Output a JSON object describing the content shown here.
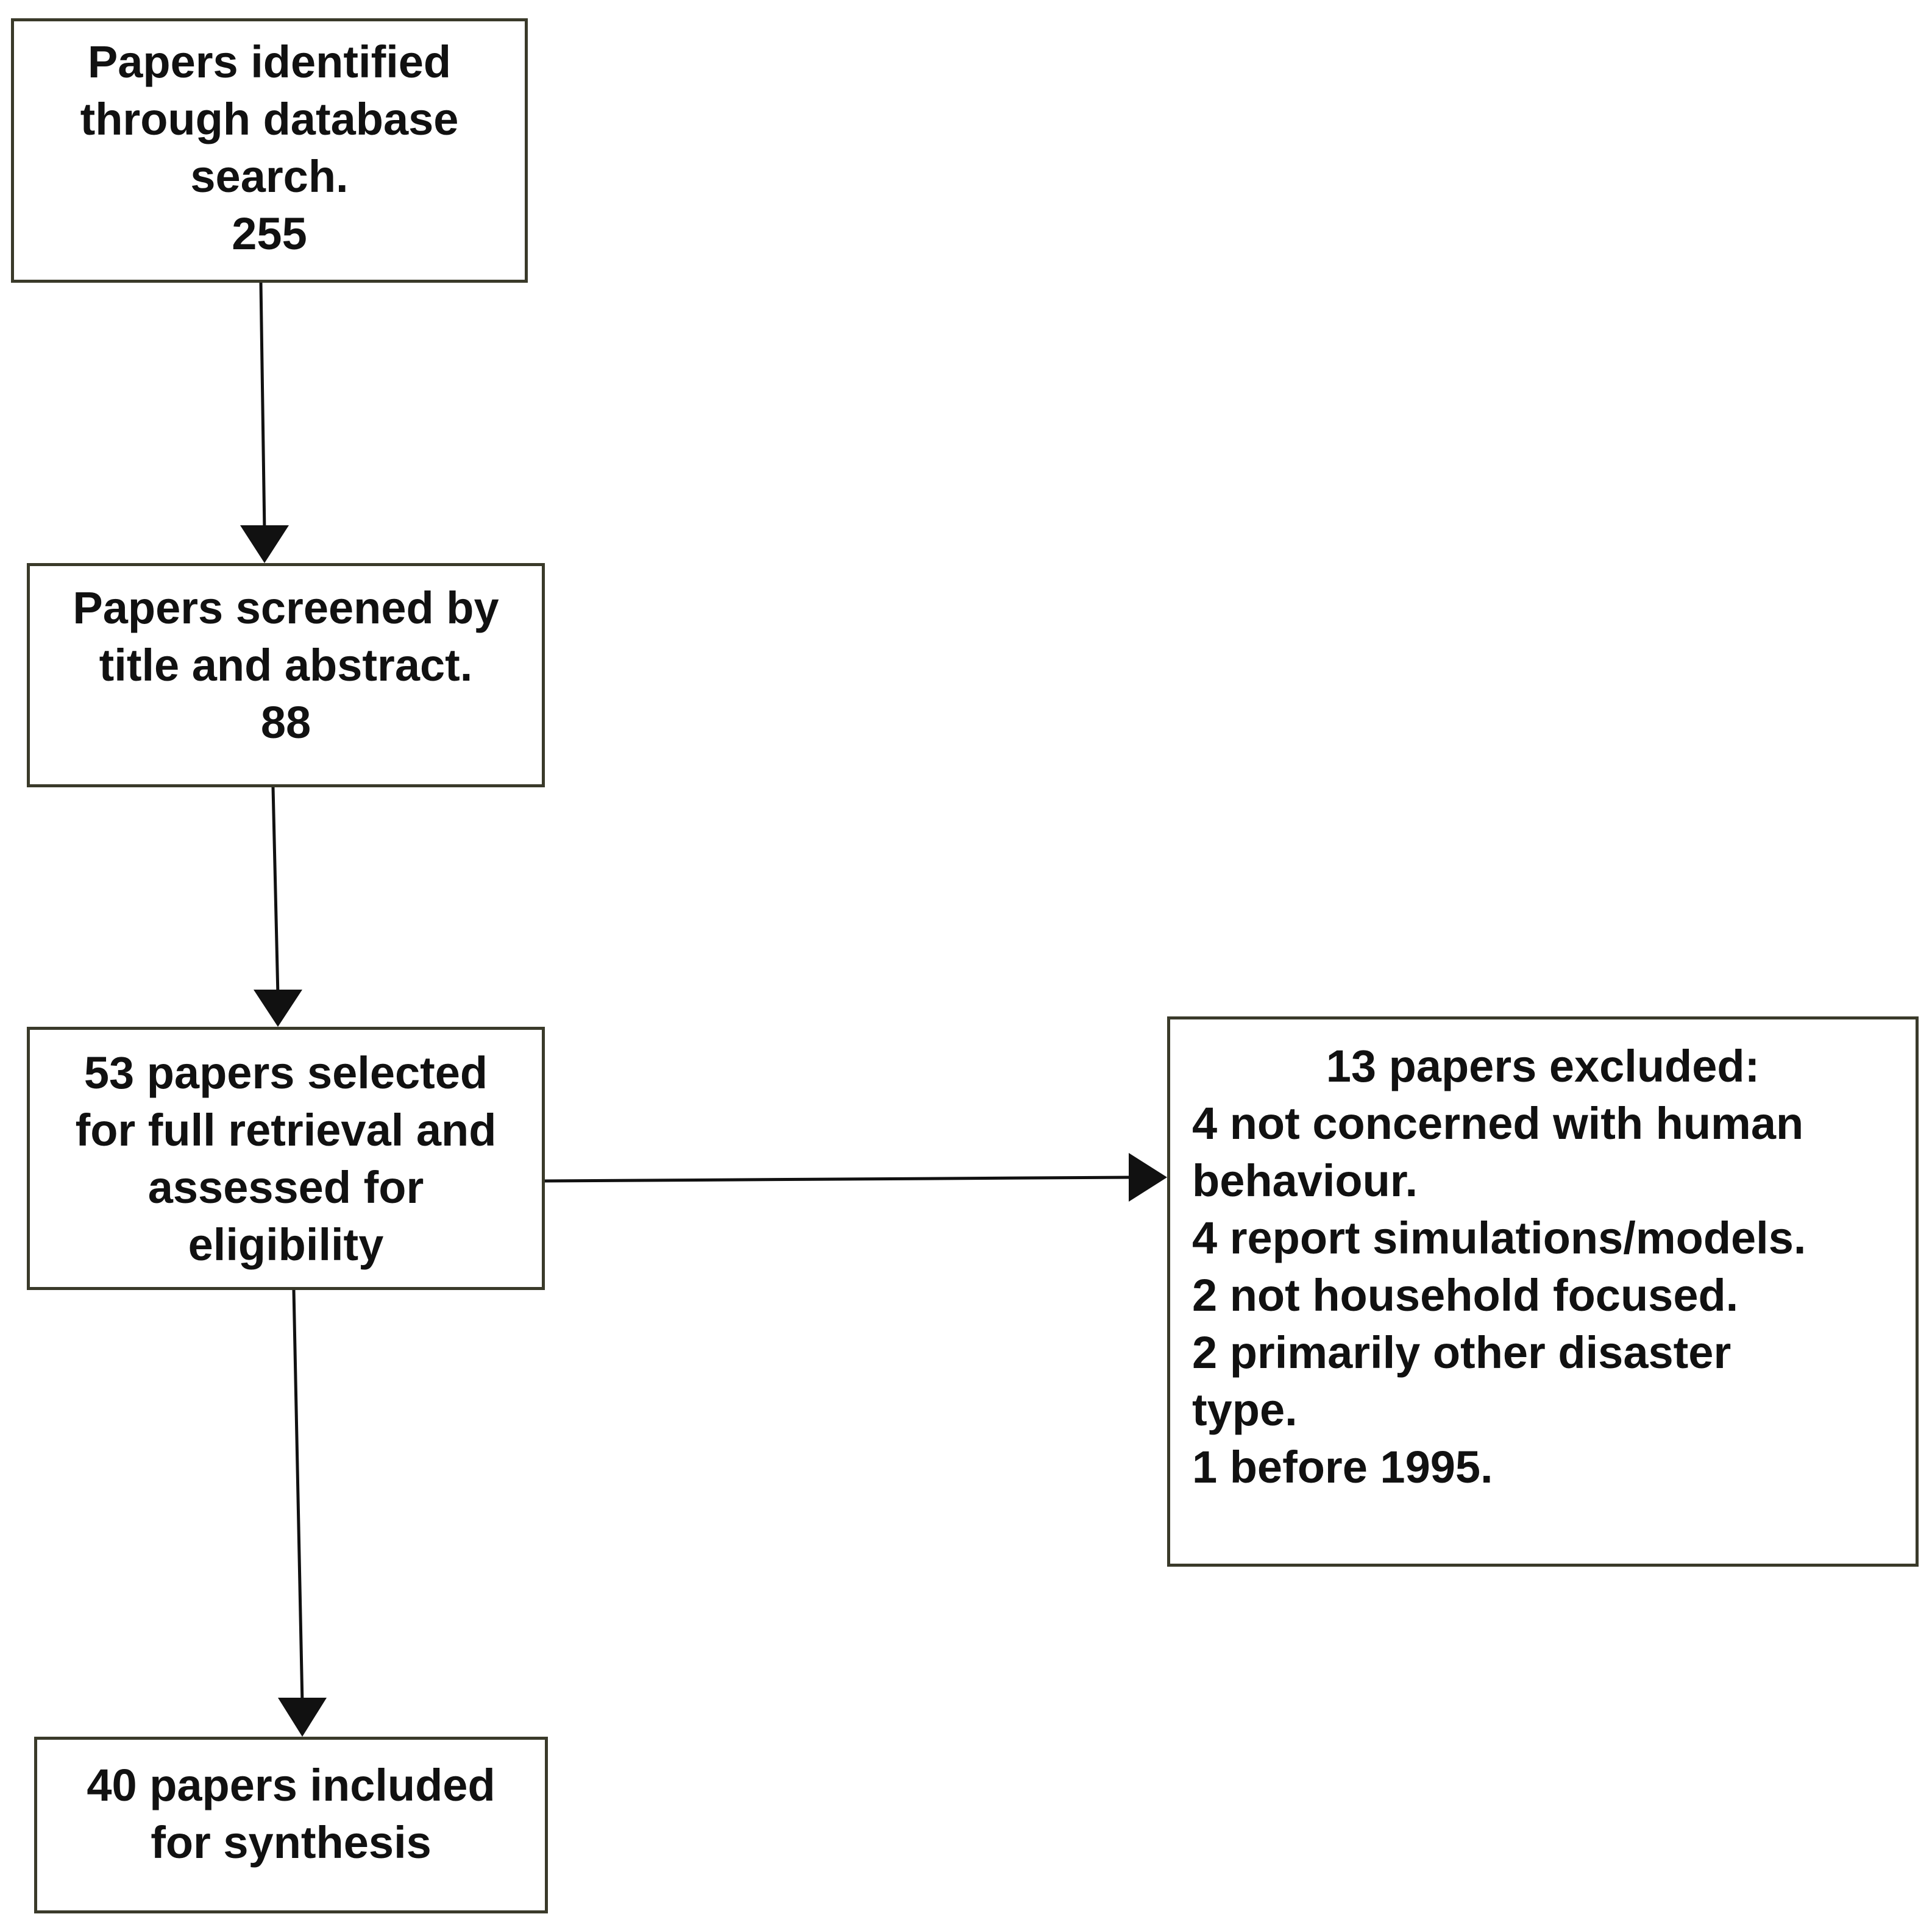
{
  "boxes": {
    "identified": {
      "lines": [
        "Papers identified",
        "through database",
        "search."
      ],
      "count": "255"
    },
    "screened": {
      "lines": [
        "Papers screened by",
        "title and abstract."
      ],
      "count": "88"
    },
    "selected": {
      "lines": [
        "53 papers selected",
        "for full retrieval and",
        "assessed for",
        "eligibility"
      ]
    },
    "included": {
      "lines": [
        "40 papers included",
        "for synthesis"
      ]
    },
    "excluded": {
      "heading": "13 papers excluded:",
      "lines": [
        "4 not concerned with human",
        "behaviour.",
        "4 report simulations/models.",
        "2 not household focused.",
        "2 primarily other disaster",
        "type.",
        "1 before 1995."
      ]
    }
  },
  "colors": {
    "border": "#3a3a2a",
    "arrow": "#111111",
    "text": "#111111"
  }
}
